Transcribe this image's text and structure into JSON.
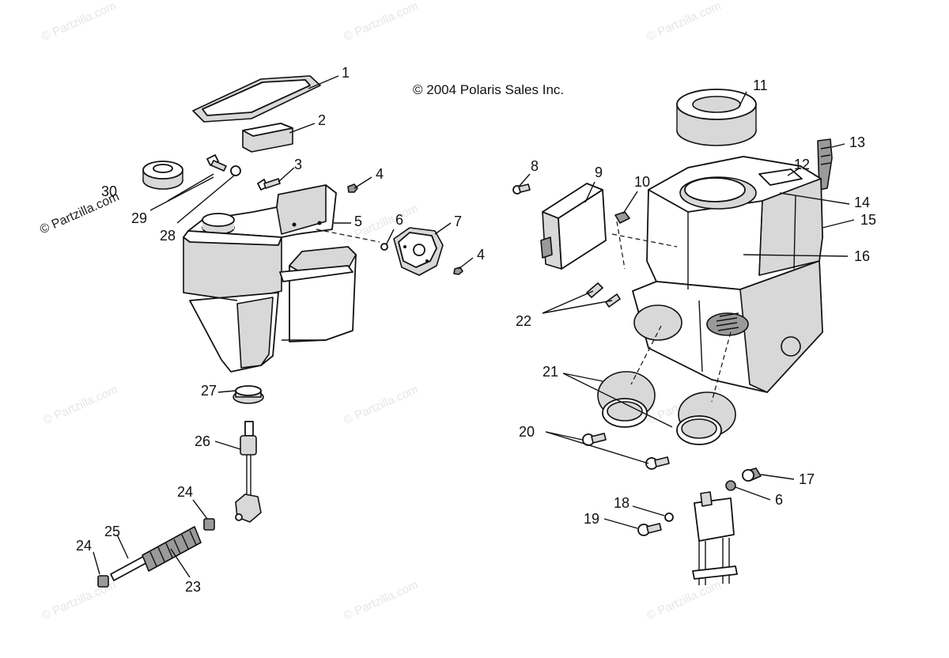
{
  "copyright": "© 2004 Polaris Sales Inc.",
  "watermark": "© Partzilla.com",
  "callouts": [
    "1",
    "2",
    "3",
    "4",
    "5",
    "6",
    "7",
    "4",
    "8",
    "9",
    "10",
    "11",
    "12",
    "13",
    "14",
    "15",
    "16",
    "17",
    "6",
    "18",
    "19",
    "20",
    "21",
    "22",
    "23",
    "24",
    "24",
    "25",
    "26",
    "27",
    "28",
    "29",
    "30"
  ]
}
